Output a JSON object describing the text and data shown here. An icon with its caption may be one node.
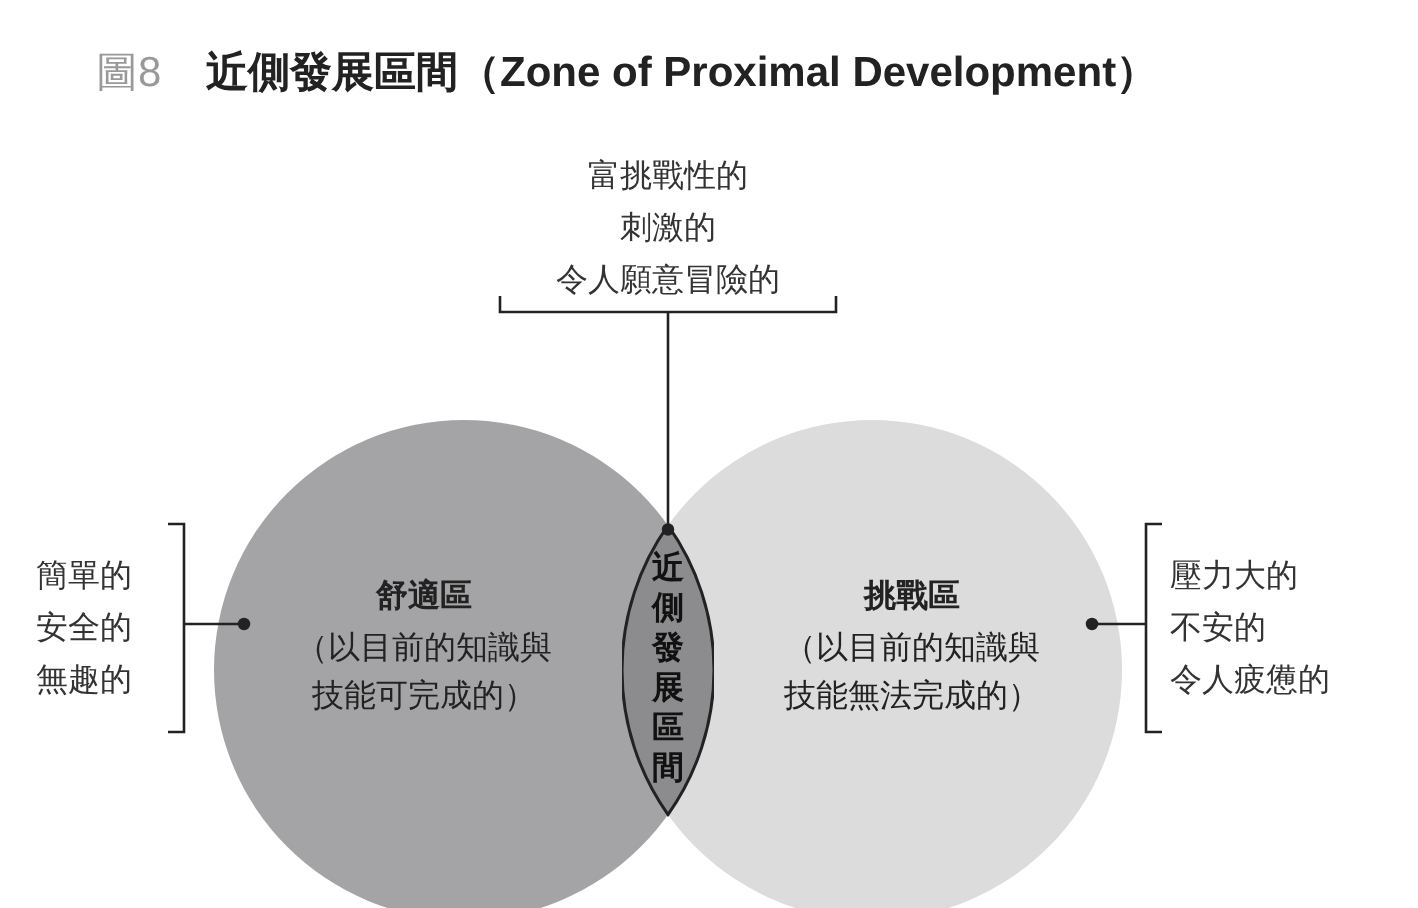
{
  "diagram": {
    "title": "近側發展區間（Zone of Proximal Development）",
    "nodes": [
      {
        "text": [
          "舒適區",
          "（以目前的知識與技能可完成的）"
        ]
      },
      {
        "text": [
          "挑戰區",
          "（以目前的知識與技能無法完成的）"
        ]
      },
      {
        "text": [
          "近側發展區間"
        ]
      },
      {
        "text": [
          "富挑戰性的",
          "刺激的",
          "令人願意冒險的"
        ]
      },
      {
        "text": [
          "簡單的",
          "安全的",
          "無趣的"
        ]
      },
      {
        "text": [
          "壓力大的",
          "不安的",
          "令人疲憊的"
        ]
      }
    ],
    "edges": [
      {
        "from": 3,
        "to": 2,
        "arrow": "other"
      },
      {
        "from": 4,
        "to": 0,
        "arrow": "other"
      },
      {
        "from": 5,
        "to": 1,
        "arrow": "other"
      }
    ],
    "labels": [
      "圖8"
    ]
  }
}
